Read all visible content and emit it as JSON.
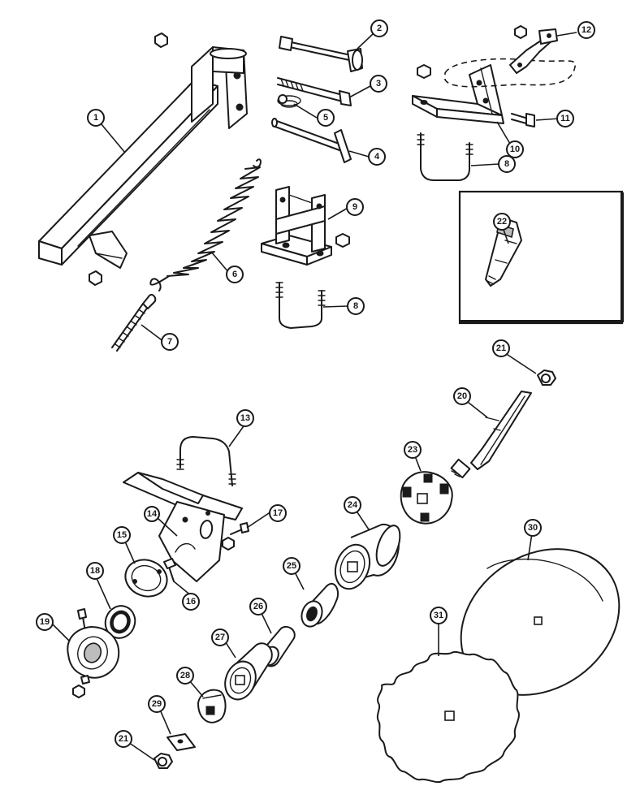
{
  "callouts": {
    "c1": "1",
    "c2": "2",
    "c3": "3",
    "c4": "4",
    "c5": "5",
    "c6": "6",
    "c7": "7",
    "c8a": "8",
    "c8b": "8",
    "c9": "9",
    "c10": "10",
    "c11": "11",
    "c12": "12",
    "c13": "13",
    "c14": "14",
    "c15": "15",
    "c16": "16",
    "c17": "17",
    "c18": "18",
    "c19": "19",
    "c20": "20",
    "c21a": "21",
    "c21b": "21",
    "c22": "22",
    "c23": "23",
    "c24": "24",
    "c25": "25",
    "c26": "26",
    "c27": "27",
    "c28": "28",
    "c29": "29",
    "c30": "30",
    "c31": "31"
  },
  "parts": [
    {
      "id": "1",
      "icon": "arm-tube-icon"
    },
    {
      "id": "2",
      "icon": "pin-icon"
    },
    {
      "id": "3",
      "icon": "bolt-icon"
    },
    {
      "id": "4",
      "icon": "t-handle-pin-icon"
    },
    {
      "id": "5",
      "icon": "clip-icon"
    },
    {
      "id": "6",
      "icon": "spring-icon"
    },
    {
      "id": "7",
      "icon": "eye-bolt-icon"
    },
    {
      "id": "8",
      "icon": "u-bolt-icon"
    },
    {
      "id": "9",
      "icon": "bracket-icon"
    },
    {
      "id": "10",
      "icon": "bracket-icon"
    },
    {
      "id": "11",
      "icon": "bolt-icon"
    },
    {
      "id": "12",
      "icon": "strap-icon"
    },
    {
      "id": "13",
      "icon": "u-bolt-icon"
    },
    {
      "id": "14",
      "icon": "hanger-plate-icon"
    },
    {
      "id": "15",
      "icon": "retainer-ring-icon"
    },
    {
      "id": "16",
      "icon": "bolt-icon"
    },
    {
      "id": "17",
      "icon": "bolt-icon"
    },
    {
      "id": "18",
      "icon": "bearing-icon"
    },
    {
      "id": "19",
      "icon": "flange-housing-icon"
    },
    {
      "id": "20",
      "icon": "shaft-icon"
    },
    {
      "id": "21",
      "icon": "nut-icon"
    },
    {
      "id": "22",
      "icon": "shaft-icon"
    },
    {
      "id": "23",
      "icon": "spool-washer-icon"
    },
    {
      "id": "24",
      "icon": "spacer-spool-icon"
    },
    {
      "id": "25",
      "icon": "cone-spacer-icon"
    },
    {
      "id": "26",
      "icon": "sleeve-icon"
    },
    {
      "id": "27",
      "icon": "end-spool-icon"
    },
    {
      "id": "28",
      "icon": "end-cap-icon"
    },
    {
      "id": "29",
      "icon": "washer-plate-icon"
    },
    {
      "id": "30",
      "icon": "plain-disc-icon"
    },
    {
      "id": "31",
      "icon": "notched-disc-icon"
    }
  ]
}
